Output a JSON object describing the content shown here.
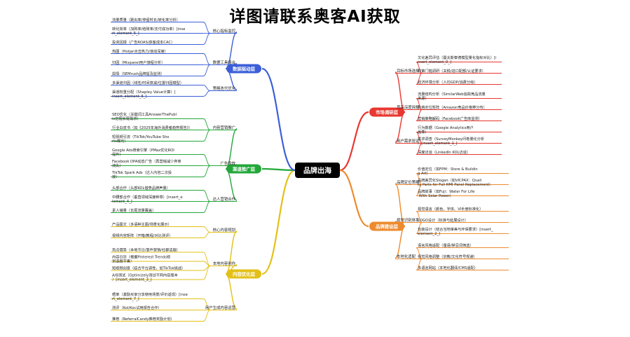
{
  "header": {
    "title": "详图请联系奥客AI获取"
  },
  "root": {
    "label": "品牌出海",
    "color": "#000000"
  },
  "branches": [
    {
      "id": "market",
      "label": "市场调研层",
      "color": "#e8372f",
      "groups": [
        {
          "label": "目标市场选择",
          "leaves": [
            "文化差异评估（霍夫斯泰德模型量化指标对比）[insert_element_0_]",
            "政策门槛调研（关税/进口配额/认证要求）",
            "经济环境分析（人均GDP/消费分级）"
          ]
        },
        {
          "label": "竞品深度拆解",
          "leaves": [
            "流量结构分析（SimilarWeb追踪竞品流量来源）",
            "价格定位矩阵（Amazon竞品价格带分布）",
            "营销策略解码（Facebook广告库监测）"
          ]
        },
        {
          "label": "用户需求验证",
          "leaves": [
            "行为数据（Google Analytics用户画像）",
            "需求调查（SurveyMonkey问卷量化分析）[insert_element_1_]",
            "深度访谈（LinkedIn KOL访谈）"
          ]
        }
      ]
    },
    {
      "id": "brand",
      "label": "品牌建设层",
      "color": "#ee8a2e",
      "groups": [
        {
          "label": "品牌定位策略",
          "leaves": [
            "价值定位（如FPM：Store & Building Art）",
            "品牌差异化Slogan（如VICPAX：Quality Parts for Full HMI Panel Replacement）",
            "品牌故事（如Fuji：Water For Life With Solar Power）"
          ]
        },
        {
          "label": "视觉识别体系",
          "leaves": [
            "视觉语言（颜色、字体、VI手册标准化）",
            "LOGO设计（标准与延展设计）",
            "包装设计（结合当地审美与环保要求）[insert_element_2_]"
          ]
        },
        {
          "label": "本地化适配",
          "leaves": [
            "语言风格适配（俚语/禁忌词筛选）",
            "视觉风格调整（宗教/文化符号规避）",
            "多语言网站（本地化翻译/CMS适配）"
          ]
        }
      ]
    },
    {
      "id": "content",
      "label": "内容优化层",
      "color": "#e3c017",
      "groups": [
        {
          "label": "核心内容规划",
          "leaves": [
            "产品图文（多语种主图/场景化展示）",
            "视频内容矩阵（开箱/教程/对比测评）"
          ]
        },
        {
          "label": "本地内容创作",
          "leaves": [
            "热点借势（本地节日/事件营销/社群话题）",
            "内容日历（根据Pinterest Trends规划选题节奏）",
            "短视频创意（结合平台调性，如TikTok挑战）",
            "A/B测试（Optimizely测试不同内容版本）[insert_element_3_]"
          ]
        },
        {
          "label": "用户生成内容运营",
          "leaves": [
            "晒单（激励买家分享使用场景/评价返现）[insert_element_7_]",
            "测评（Kol/Koc试用报告合作）",
            "推荐（ReferralCandy推荐奖励计划）"
          ]
        }
      ]
    },
    {
      "id": "channel",
      "label": "渠道推广层",
      "color": "#23a73a",
      "groups": [
        {
          "label": "内容营销推广",
          "leaves": [
            "SEO优化（关键词工具AnswerThePublic挖掘长尾需求）",
            "行业白皮书（如《2025年海外消费者趋势报告》）",
            "短视频引流（TikTok/YouTube Shorts曝光）"
          ]
        },
        {
          "label": "广告投放",
          "leaves": [
            "Google Ads搜索引擎（PMax优化ROI提升）",
            "Facebook DPA动态广告（再营销减少弃单流失）",
            "TikTok Spark Ads（达人内容二次投放）"
          ]
        },
        {
          "label": "达人营销合作",
          "leaves": [
            "头部合作（头部KOL借势品牌声量）",
            "中腰部合作（垂直领域深度种草）[insert_element_4_]",
            "素人铺量（长尾流量覆盖）"
          ]
        }
      ]
    },
    {
      "id": "data",
      "label": "数据驱动层",
      "color": "#3c5fd8",
      "groups": [
        {
          "label": "核心指标监控",
          "leaves": [
            "流量质量（跳出率/停留时长/转化率分析）",
            "转化效率（加购率/结账率/支付成功率）[insert_element_5_]",
            "投资回报（广告ROAS/获客成本CAC）"
          ]
        },
        {
          "label": "数据工具组合",
          "leaves": [
            "热图（Hotjar点击热力/滚动深度）",
            "归因（Mixpanel用户旅程分析）",
            "舆情（SEMrush品牌提及监测）"
          ]
        },
        {
          "label": "策略迭代优化",
          "leaves": [
            "多渠道归因（线性/时间衰减/位置归因模型）",
            "渠道权重分配（Shapley Value计算）[insert_element_6_]"
          ]
        }
      ]
    }
  ]
}
